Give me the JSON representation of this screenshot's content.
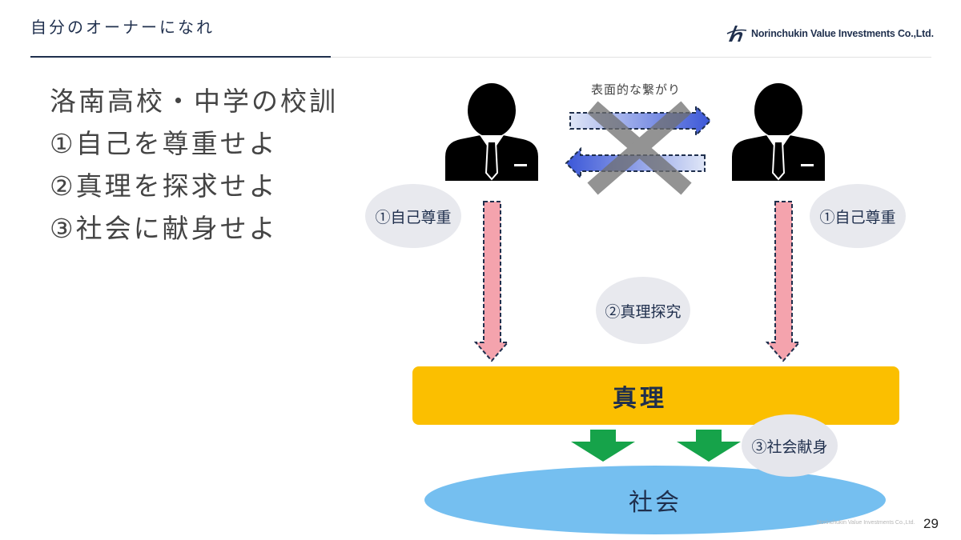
{
  "header": {
    "title": "自分のオーナーになれ",
    "logo_text": "Norinchukin Value Investments Co.,Ltd."
  },
  "mottos": {
    "heading": "洛南高校・中学の校訓",
    "items": [
      "①自己を尊重せよ",
      "②真理を探求せよ",
      "③社会に献身せよ"
    ]
  },
  "diagram": {
    "top_caption": "表面的な繋がり",
    "left_bubble": "①自己尊重",
    "right_bubble": "①自己尊重",
    "center_bubble": "②真理探究",
    "truth_label": "真理",
    "society_bubble": "③社会献身",
    "society_label": "社会",
    "icons": [
      "person-icon",
      "person-icon",
      "cross-mark-icon"
    ]
  },
  "footer": {
    "copyright": "Norinchukin Value Investments Co.,Ltd.",
    "page_number": "29"
  },
  "colors": {
    "navy": "#1f2f4d",
    "truth_yellow": "#fbbf00",
    "society_blue": "#75bff0",
    "arrow_pink": "#f4a3ad",
    "arrow_green": "#16a34a",
    "bubble_gray": "#e8e9ee"
  }
}
